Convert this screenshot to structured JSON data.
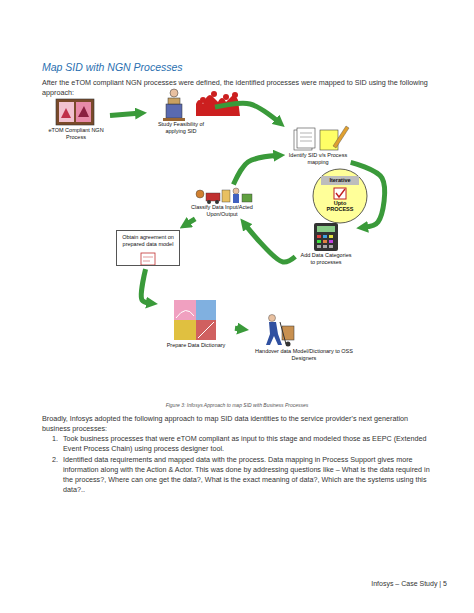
{
  "diagram": {
    "title": "Map SID with NGN Processes",
    "caption": "Figure 3: Infosys Approach to map SID with Business Processes",
    "nodes": [
      {
        "text": [
          "eTOM Compliant NGN Process"
        ]
      },
      {
        "text": [
          "Study Feasibility of applying SID"
        ]
      },
      {
        "text": [
          "Identify SID v/s Process mapping"
        ]
      },
      {
        "text": [
          "Iterative",
          "Upto PROCESS"
        ]
      },
      {
        "text": [
          "Add Data Categories to processes"
        ]
      },
      {
        "text": [
          "Classify Data Input/Acted Upon/Output"
        ]
      },
      {
        "text": [
          "Obtain agreement on prepared data model"
        ]
      },
      {
        "text": [
          "Prepare Data Dictionary"
        ]
      },
      {
        "text": [
          "Handover data Model/Dictionary to OSS Designers"
        ]
      }
    ],
    "edges": [
      {
        "from": 0,
        "to": 1,
        "arrow": "to"
      },
      {
        "from": 1,
        "to": 2,
        "arrow": "to"
      },
      {
        "from": 2,
        "to": 4,
        "arrow": "to"
      },
      {
        "from": 4,
        "to": 5,
        "arrow": "to"
      },
      {
        "from": 5,
        "to": 2,
        "arrow": "to"
      },
      {
        "from": 5,
        "to": 6,
        "arrow": "to"
      },
      {
        "from": 6,
        "to": 7,
        "arrow": "to"
      },
      {
        "from": 7,
        "to": 8,
        "arrow": "to"
      }
    ],
    "labels": [
      "After the eTOM compliant NGN processes were defined, the identified processes were mapped to SID using the following approach:",
      "Broadly, Infosys adopted the following approach to map SID data identities to the service provider's next generation business processes:",
      "1.",
      "Took business processes that were eTOM compliant as input to this stage and modeled those as EEPC (Extended Event Process Chain) using process designer tool.",
      "2.",
      "Identified data requirements and mapped data with the process. Data mapping in Process Support gives more information along with the Action & Actor. This was done by addressing questions like – What is the data required in the process?, Where can one get the data?, What is the exact meaning of data?, Which are the systems using this data?..",
      "Infosys – Case Study | 5"
    ]
  }
}
